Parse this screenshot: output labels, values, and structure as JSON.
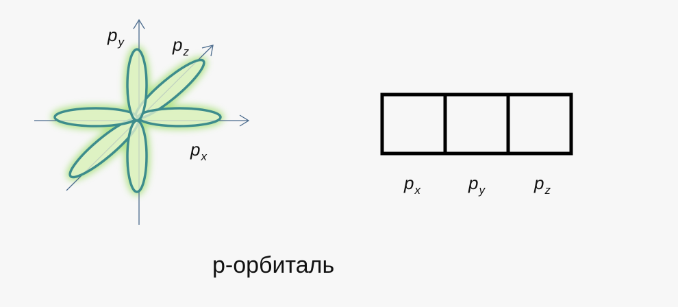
{
  "orbital_diagram": {
    "axis_labels": {
      "py": {
        "base": "p",
        "sub": "y"
      },
      "pz": {
        "base": "p",
        "sub": "z"
      },
      "px": {
        "base": "p",
        "sub": "x"
      }
    }
  },
  "cell_diagram": {
    "cells": [
      {
        "base": "p",
        "sub": "x"
      },
      {
        "base": "p",
        "sub": "y"
      },
      {
        "base": "p",
        "sub": "z"
      }
    ]
  },
  "caption": "р-орбиталь",
  "colors": {
    "lobe_stroke": "#3d8c8c",
    "lobe_fill": "#e6f5c8",
    "lobe_glow": "#a8e07a",
    "axis": "#4a6a8c",
    "box": "#000000"
  }
}
